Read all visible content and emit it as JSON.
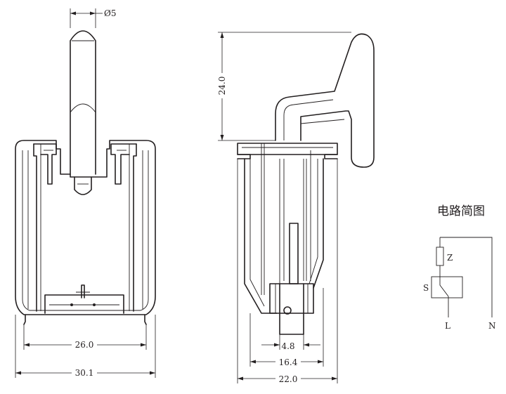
{
  "dimensions": {
    "stem_diameter": "Ø5",
    "lever_height": "24.0",
    "inner_width_front": "26.0",
    "overall_width_front": "30.1",
    "terminal_width": "4.8",
    "terminal_span": "16.4",
    "overall_width_side": "22.0"
  },
  "circuit": {
    "title": "电路简图",
    "label_z": "Z",
    "label_s": "S",
    "label_l": "L",
    "label_n": "N"
  }
}
